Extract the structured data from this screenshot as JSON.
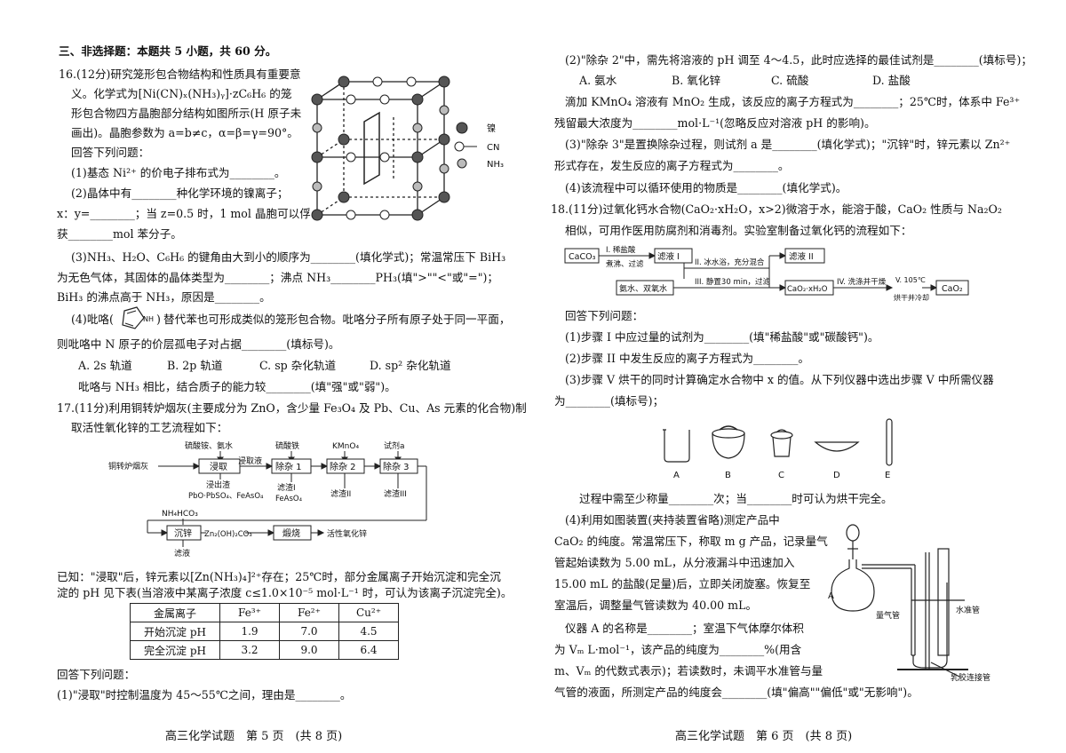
{
  "left_page": {
    "section_title": "三、非选择题：本题共 5 小题，共 60 分。",
    "q16": {
      "lines": [
        "16.(12分)研究笼形包合物结构和性质具有重要意",
        "义。化学式为[Ni(CN)ₓ(NH₃)ᵧ]·zC₆H₆ 的笼",
        "形包合物四方晶胞部分结构如图所示(H 原子未",
        "画出)。晶胞参数为 a=b≠c，α=β=γ=90°。",
        "回答下列问题：",
        "(1)基态 Ni²⁺ 的价电子排布式为________。",
        "(2)晶体中有________种化学环境的镍离子；",
        "x：y=________；当 z=0.5 时，1 mol 晶胞可以俘",
        "获________mol 苯分子。",
        "(3)NH₃、H₂O、C₆H₆ 的键角由大到小的顺序为________(填化学式)；常温常压下 BiH₃",
        "为无色气体，其固体的晶体类型为________；沸点 NH₃________PH₃(填\">\"\"<\"或\"=\")；",
        "BiH₃ 的沸点高于 NH₃，原因是________。",
        "替代苯也可形成类似的笼形包合物。吡咯分子所有原子处于同一平面，",
        "则吡咯中 N 原子的价层孤电子对占据________(填标号)。",
        "吡咯与 NH₃ 相比，结合质子的能力较________(填\"强\"或\"弱\")。"
      ],
      "pyrrole_prefix": "(4)吡咯(",
      "pyrrole_suffix": ")",
      "nh_label": "NH",
      "options": [
        "A. 2s 轨道",
        "B. 2p 轨道",
        "C. sp 杂化轨道",
        "D. sp² 杂化轨道"
      ],
      "legend": [
        "镍",
        "CN",
        "NH₃"
      ]
    },
    "q17": {
      "lines": [
        "17.(11分)利用铜转炉烟灰(主要成分为 ZnO，含少量 Fe₃O₄ 及 Pb、Cu、As 元素的化合物)制",
        "取活性氧化锌的工艺流程如下：",
        "已知：\"浸取\"后，锌元素以[Zn(NH₃)₄]²⁺存在；25℃时，部分金属离子开始沉淀和完全沉",
        "淀的 pH 见下表(当溶液中某离子浓度 c≤1.0×10⁻⁵ mol·L⁻¹ 时，可认为该离子沉淀完全)。",
        "回答下列问题：",
        "(1)\"浸取\"时控制温度为 45～55℃之间，理由是________。"
      ],
      "flow": {
        "reagent1": "硫酸铵、氨水",
        "reagent2": "硫酸铁",
        "reagent3": "KMnO₄",
        "reagent4": "试剂a",
        "start": "铜转炉烟灰",
        "box1": "浸取",
        "arrow1": "浸取液",
        "box2": "除杂 1",
        "box3": "除杂 2",
        "box4": "除杂 3",
        "residue1": "浸出渣",
        "residue1_comp": "PbO·PbSO₄、FeAsO₄",
        "residue2": "滤渣I",
        "residue2_comp": "FeAsO₄",
        "residue3": "滤渣II",
        "residue4": "滤渣III",
        "reagent5": "NH₄HCO₃",
        "box5": "沉锌",
        "product1": "Zn₂(OH)₂CO₃",
        "box6": "煅烧",
        "product2": "活性氧化锌",
        "filtrate": "滤液"
      },
      "table": {
        "headers": [
          "金属离子",
          "Fe³⁺",
          "Fe²⁺",
          "Cu²⁺"
        ],
        "rows": [
          [
            "开始沉淀 pH",
            "1.9",
            "7.0",
            "4.5"
          ],
          [
            "完全沉淀 pH",
            "3.2",
            "9.0",
            "6.4"
          ]
        ]
      }
    },
    "footer": "高三化学试题　第 5 页　(共 8 页)"
  },
  "right_page": {
    "lines": [
      "(2)\"除杂 2\"中，需先将溶液的 pH 调至 4～4.5，此时应选择的最佳试剂是________(填标号)；",
      "A. 氨水",
      "B. 氧化锌",
      "C. 硫酸",
      "D. 盐酸",
      "滴加 KMnO₄ 溶液有 MnO₂ 生成，该反应的离子方程式为________；25℃时，体系中 Fe³⁺",
      "残留最大浓度为________mol·L⁻¹(忽略反应对溶液 pH 的影响)。",
      "(3)\"除杂 3\"是置换除杂过程，则试剂 a 是________(填化学式)；\"沉锌\"时，锌元素以 Zn²⁺",
      "形式存在，发生反应的离子方程式为________。",
      "(4)该流程中可以循环使用的物质是________(填化学式)。",
      "18.(11分)过氧化钙水合物(CaO₂·xH₂O，x>2)微溶于水，能溶于酸，CaO₂ 性质与 Na₂O₂",
      "相似，可用作医用防腐剂和消毒剂。实验室制备过氧化钙的流程如下：",
      "回答下列问题：",
      "(1)步骤 I 中应过量的试剂为________(填\"稀盐酸\"或\"碳酸钙\")。",
      "(2)步骤 II 中发生反应的离子方程式为________。",
      "(3)步骤 V 烘干的同时计算确定水合物中 x 的值。从下列仪器中选出步骤 V 中所需仪器",
      "为________(填标号)；",
      "过程中需至少称量________次；当________时可认为烘干完全。",
      "(4)利用如图装置(夹持装置省略)测定产品中",
      "CaO₂ 的纯度。常温常压下，称取 m g 产品，记录量气",
      "管起始读数为 5.00 mL，从分液漏斗中迅速加入",
      "15.00 mL 的盐酸(足量)后，立即关闭旋塞。恢复至",
      "室温后，调整量气管读数为 40.00 mL。",
      "仪器 A 的名称是________；室温下气体摩尔体积",
      "为 Vₘ L·mol⁻¹，该产品的纯度为________%(用含",
      "m、Vₘ 的代数式表示)；若读数时，未调平水准管与量",
      "气管的液面，所测定产品的纯度会________(填\"偏高\"\"偏低\"或\"无影响\")。"
    ],
    "flow18": {
      "b1": "CaCO₃",
      "s1a": "I. 稀盐酸",
      "s1b": "煮沸、过滤",
      "b2": "滤液 I",
      "s2a": "II. 冰水浴，充分混合",
      "b3": "滤液 II",
      "s3": "III. 静置30 min，过滤",
      "b4": "氨水、双氧水",
      "b5": "CaO₂·xH₂O",
      "s4": "IV. 洗涤并干燥",
      "s5a": "V. 105℃",
      "s5b": "烘干并冷却",
      "b6": "CaO₂"
    },
    "instruments": [
      "A",
      "B",
      "C",
      "D",
      "E"
    ],
    "apparatus": {
      "A": "A",
      "gas_tube": "量气管",
      "water_tube": "水准管",
      "rubber": "乳胶连接管"
    },
    "footer": "高三化学试题　第 6 页　(共 8 页)"
  }
}
